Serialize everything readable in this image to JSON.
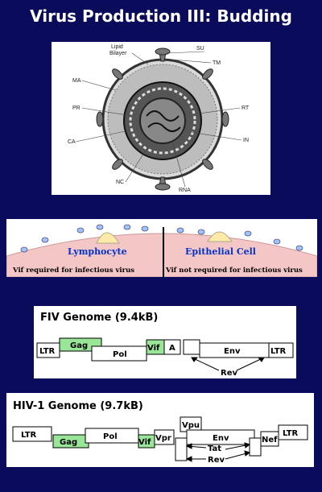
{
  "title": "Virus Production III: Budding",
  "virion": {
    "labels": [
      "Lipid",
      "Bilayer",
      "SU",
      "TM",
      "MA",
      "RT",
      "PR",
      "CA",
      "IN",
      "NC",
      "RNA"
    ]
  },
  "budding": {
    "left_label": "Lymphocyte",
    "right_label": "Epithelial Cell",
    "left_note": "Vif required for infectious virus",
    "right_note": "Vif not required for infectious virus"
  },
  "fiv": {
    "title": "FIV Genome (9.4kB)",
    "genes": [
      "LTR",
      "Gag",
      "Pol",
      "Vif",
      "A",
      "Env",
      "LTR"
    ],
    "rev": "Rev"
  },
  "hiv": {
    "title": "HIV-1 Genome (9.7kB)",
    "genes": [
      "LTR",
      "Gag",
      "Pol",
      "Vif",
      "Vpr",
      "Vpu",
      "Env",
      "Nef",
      "LTR"
    ],
    "tat": "Tat",
    "rev": "Rev"
  },
  "colors": {
    "background": "#0b0b5c",
    "gene_highlight": "#99e699",
    "cell": "#f4c6c6"
  }
}
